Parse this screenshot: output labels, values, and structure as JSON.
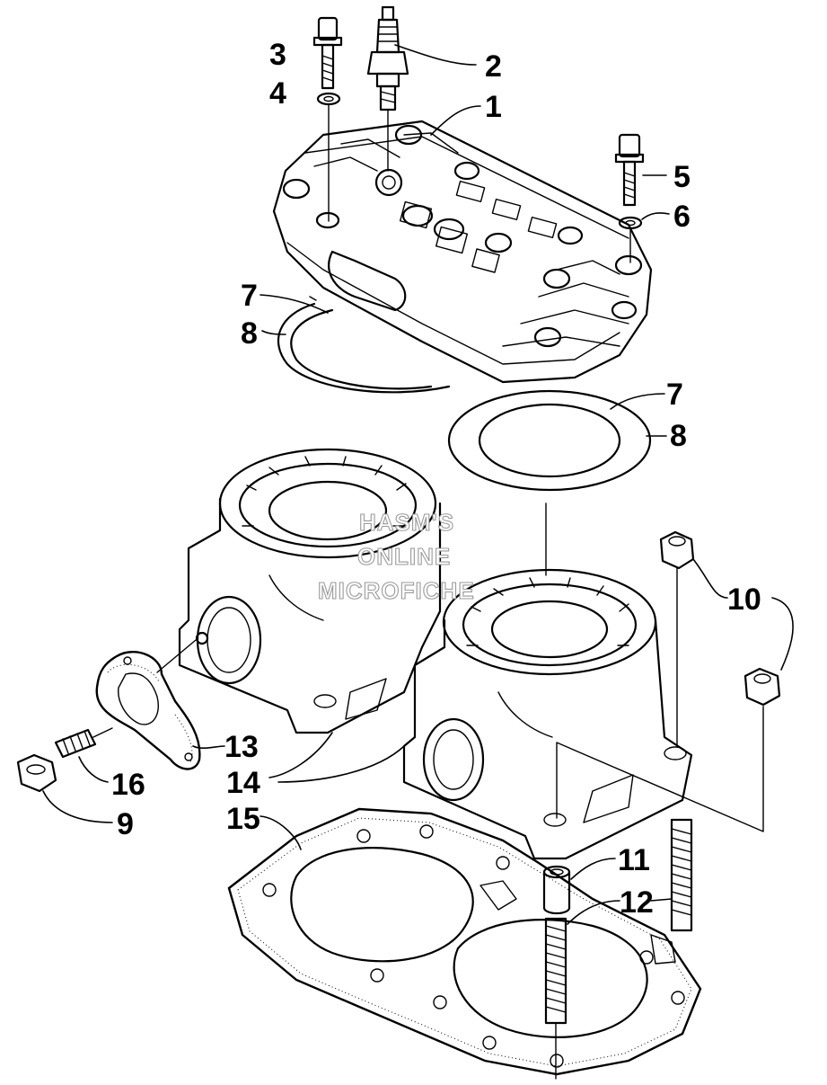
{
  "watermark": {
    "lines": [
      "HASM'S",
      "ONLINE",
      "MICROFICHE"
    ],
    "color": "#9a9a9a"
  },
  "callouts": [
    {
      "id": "callout-1",
      "text": "1"
    },
    {
      "id": "callout-2",
      "text": "2"
    },
    {
      "id": "callout-3",
      "text": "3"
    },
    {
      "id": "callout-4",
      "text": "4"
    },
    {
      "id": "callout-5",
      "text": "5"
    },
    {
      "id": "callout-6",
      "text": "6"
    },
    {
      "id": "callout-7a",
      "text": "7"
    },
    {
      "id": "callout-8a",
      "text": "8"
    },
    {
      "id": "callout-7b",
      "text": "7"
    },
    {
      "id": "callout-8b",
      "text": "8"
    },
    {
      "id": "callout-10",
      "text": "10"
    },
    {
      "id": "callout-13",
      "text": "13"
    },
    {
      "id": "callout-14",
      "text": "14"
    },
    {
      "id": "callout-15",
      "text": "15"
    },
    {
      "id": "callout-16",
      "text": "16"
    },
    {
      "id": "callout-9",
      "text": "9"
    },
    {
      "id": "callout-11",
      "text": "11"
    },
    {
      "id": "callout-12",
      "text": "12"
    }
  ]
}
